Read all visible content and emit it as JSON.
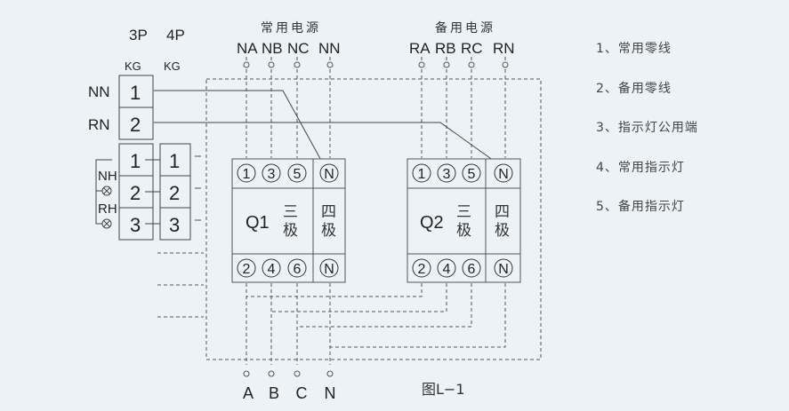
{
  "header": {
    "pole_3p": "3P",
    "pole_4p": "4P",
    "kg_3p": "KG",
    "kg_4p": "KG"
  },
  "left_labels": {
    "nn": "NN",
    "rn": "RN",
    "nh": "NH",
    "rh": "RH"
  },
  "terminal_block_top": [
    "1",
    "2"
  ],
  "terminal_block_3p": [
    "1",
    "2",
    "3"
  ],
  "terminal_block_4p": [
    "1",
    "2",
    "3"
  ],
  "normal_source": {
    "title": "常用电源",
    "terminals": [
      "NA",
      "NB",
      "NC",
      "NN"
    ]
  },
  "backup_source": {
    "title": "备用电源",
    "terminals": [
      "RA",
      "RB",
      "RC",
      "RN"
    ]
  },
  "breakers": [
    {
      "name": "Q1",
      "type_3": "三",
      "type_3b": "极",
      "type_4": "四",
      "type_4b": "极",
      "top": [
        "1",
        "3",
        "5",
        "N"
      ],
      "bottom": [
        "2",
        "4",
        "6",
        "N"
      ]
    },
    {
      "name": "Q2",
      "type_3": "三",
      "type_3b": "极",
      "type_4": "四",
      "type_4b": "极",
      "top": [
        "1",
        "3",
        "5",
        "N"
      ],
      "bottom": [
        "2",
        "4",
        "6",
        "N"
      ]
    }
  ],
  "outputs": [
    "A",
    "B",
    "C",
    "N"
  ],
  "figure_caption": "图L−1",
  "legend": [
    "1、常用零线",
    "2、备用零线",
    "3、指示灯公用端",
    "4、常用指示灯",
    "5、备用指示灯"
  ]
}
